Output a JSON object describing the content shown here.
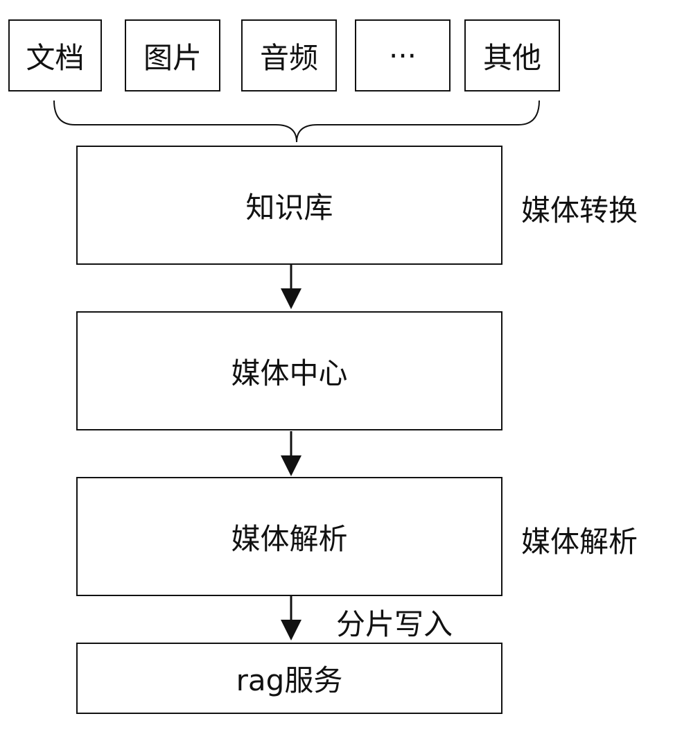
{
  "sources": [
    "文档",
    "图片",
    "音频",
    "···",
    "其他"
  ],
  "nodes": {
    "knowledge_base": "知识库",
    "media_center": "媒体中心",
    "media_parsing": "媒体解析",
    "rag_service": "rag服务"
  },
  "side_labels": {
    "media_conversion": "媒体转换",
    "media_parsing": "媒体解析"
  },
  "edge_labels": {
    "shard_write": "分片写入"
  },
  "colors": {
    "stroke": "#111111",
    "background": "#ffffff"
  }
}
